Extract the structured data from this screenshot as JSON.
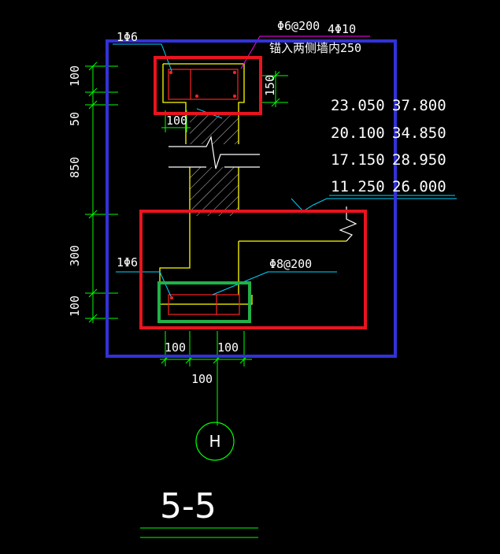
{
  "section_title": "5-5",
  "axis_label": "H",
  "annotations": {
    "top_rebar_left": "1Φ6",
    "top_stirrup": "Φ6@200",
    "top_rebar_right": "4Φ10",
    "top_note": "锚入两侧墙内250",
    "bottom_rebar_left": "1Φ6",
    "bottom_stirrup": "Φ8@200"
  },
  "vertical_dims": [
    "100",
    "50",
    "850",
    "300",
    "100"
  ],
  "top_right_dim": "150",
  "top_dim_100": "100",
  "bottom_dims": {
    "left": "100",
    "right": "100",
    "below": "100"
  },
  "elevations": {
    "left": [
      "23.050",
      "20.100",
      "17.150",
      "11.250"
    ],
    "right": [
      "37.800",
      "34.850",
      "28.950",
      "26.000"
    ]
  },
  "colors": {
    "background": "#000000",
    "dimension": "#00ff00",
    "outline": "#ffff00",
    "rebar": "#ff2222",
    "leader": "#00d7ff",
    "note_leader": "#ff00ff",
    "highlight_blue": "#3232d8",
    "highlight_red": "#e8141e",
    "highlight_green": "#22b048",
    "text": "#ffffff"
  }
}
